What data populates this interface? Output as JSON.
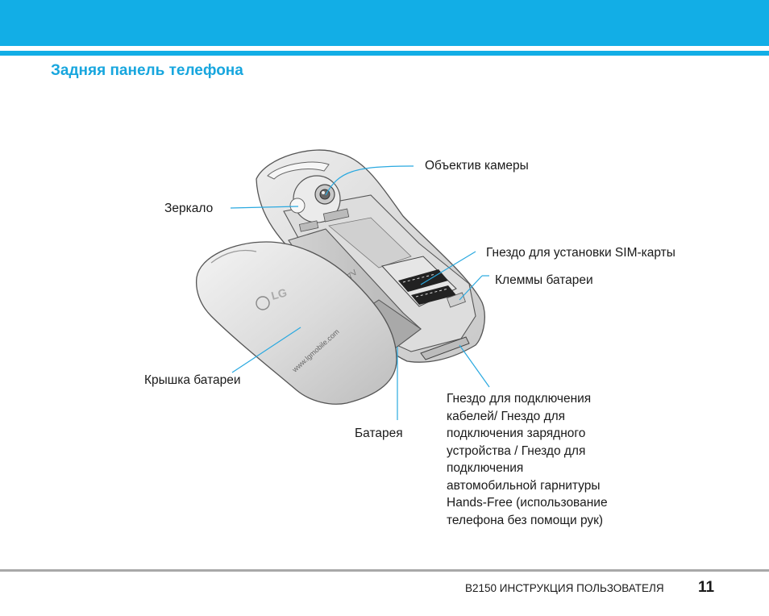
{
  "header": {
    "title": "Задняя панель телефона"
  },
  "labels": {
    "camera_lens": "Объектив камеры",
    "mirror": "Зеркало",
    "sim_slot": "Гнездо для установки SIM-карты",
    "battery_terminals": "Клеммы батареи",
    "battery_cover": "Крышка батареи",
    "battery": "Батарея",
    "connector_lines": [
      "Гнездо для подключения",
      "кабелей/ Гнездо для",
      "подключения зарядного",
      "устройства / Гнездо для",
      "подключения",
      "автомобильной гарнитуры",
      "Hands-Free (использование",
      "телефона без помощи рук)"
    ]
  },
  "illustration": {
    "cover_url": "www.lgmobile.com",
    "battery_text": "3.7V"
  },
  "footer": {
    "manual_title": "B2150 ИНСТРУКЦИЯ ПОЛЬЗОВАТЕЛЯ",
    "page_number": "11"
  },
  "colors": {
    "accent": "#12aee6",
    "title": "#17a6de",
    "callout": "#2aa9e0"
  }
}
